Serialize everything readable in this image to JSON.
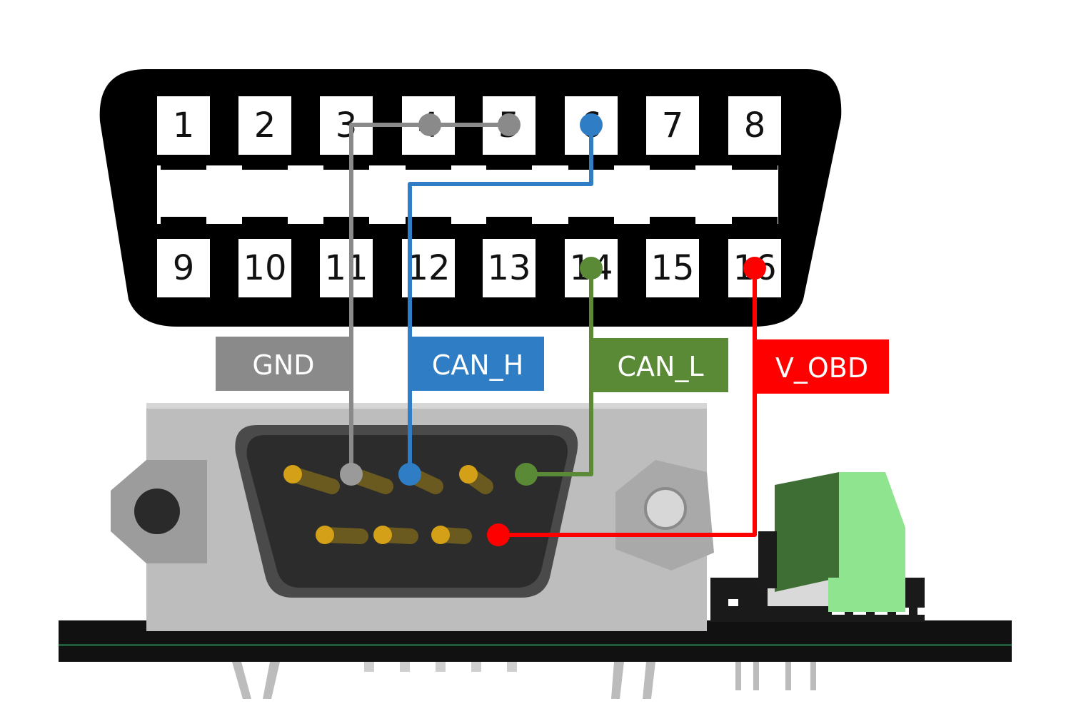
{
  "obd_connector": {
    "top_row": [
      "1",
      "2",
      "3",
      "4",
      "5",
      "6",
      "7",
      "8"
    ],
    "bottom_row": [
      "9",
      "10",
      "11",
      "12",
      "13",
      "14",
      "15",
      "16"
    ]
  },
  "signals": [
    {
      "id": "gnd",
      "label": "GND",
      "color": "#8a8a8a"
    },
    {
      "id": "canh",
      "label": "CAN_H",
      "color": "#2f7dc4"
    },
    {
      "id": "canl",
      "label": "CAN_L",
      "color": "#5a8a36"
    },
    {
      "id": "vobd",
      "label": "V_OBD",
      "color": "#ff0000"
    }
  ],
  "colors": {
    "connector_body": "#000000",
    "pin_slot": "#ffffff",
    "db9_shell": "#bdbdbd",
    "db9_face": "#2c2c2c",
    "db9_pin": "#d4a017",
    "pcb": "#111111",
    "terminal_block": "#8fe58f"
  }
}
